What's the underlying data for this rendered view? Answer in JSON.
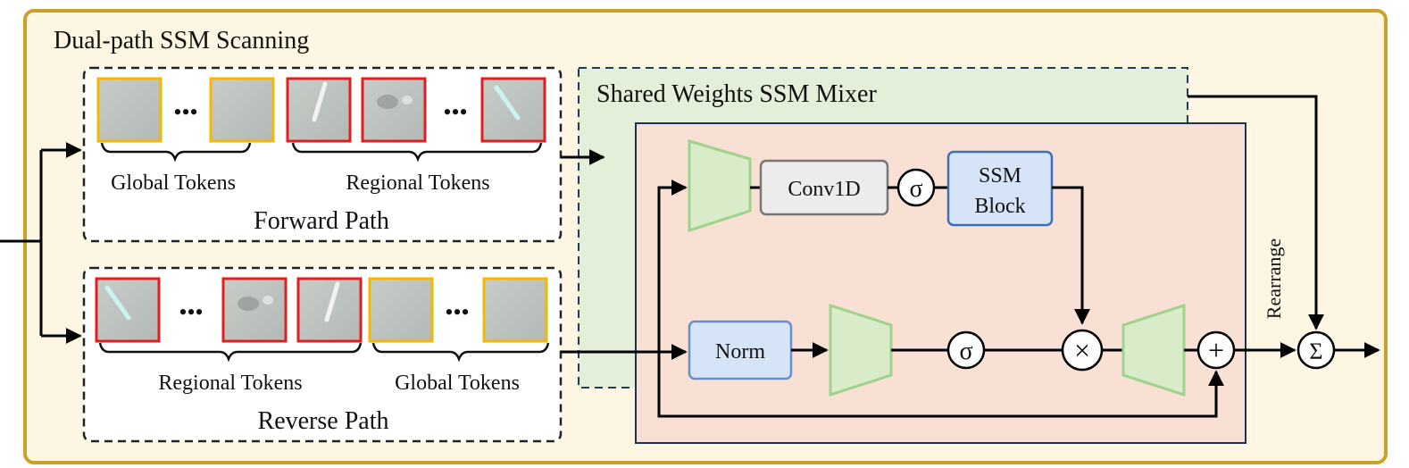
{
  "title": "Dual-path SSM Scanning",
  "mixer_title": "Shared Weights SSM Mixer",
  "forward": {
    "label": "Forward Path",
    "group_left": "Global Tokens",
    "group_right": "Regional Tokens",
    "tiles": [
      "global",
      "global",
      "regional",
      "regional",
      "regional"
    ]
  },
  "reverse": {
    "label": "Reverse Path",
    "group_left": "Regional Tokens",
    "group_right": "Global Tokens",
    "tiles": [
      "regional",
      "regional",
      "regional",
      "global",
      "global"
    ]
  },
  "blocks": {
    "conv": "Conv1D",
    "ssm_line1": "SSM",
    "ssm_line2": "Block",
    "norm": "Norm"
  },
  "ops": {
    "sigma": "σ",
    "multiply": "×",
    "add": "+",
    "sum": "Σ"
  },
  "rearrange": "Rearrange",
  "ellipsis": "•••",
  "colors": {
    "outer_border": "#c9a227",
    "outer_fill": "#fdf6e3",
    "mixer_fill": "#e3efd9",
    "mixer_border": "#1f3a5f",
    "inner_fill": "#f8e1d4",
    "inner_border": "#1f3050",
    "global_tile": "#f5b800",
    "regional_tile": "#e02020",
    "trapezoid_fill": "#d8ecc9",
    "trapezoid_stroke": "#9fd28a",
    "block_blue": "#d6e4f7",
    "block_blue_stroke": "#6a8fc7",
    "block_gray": "#ececec"
  }
}
